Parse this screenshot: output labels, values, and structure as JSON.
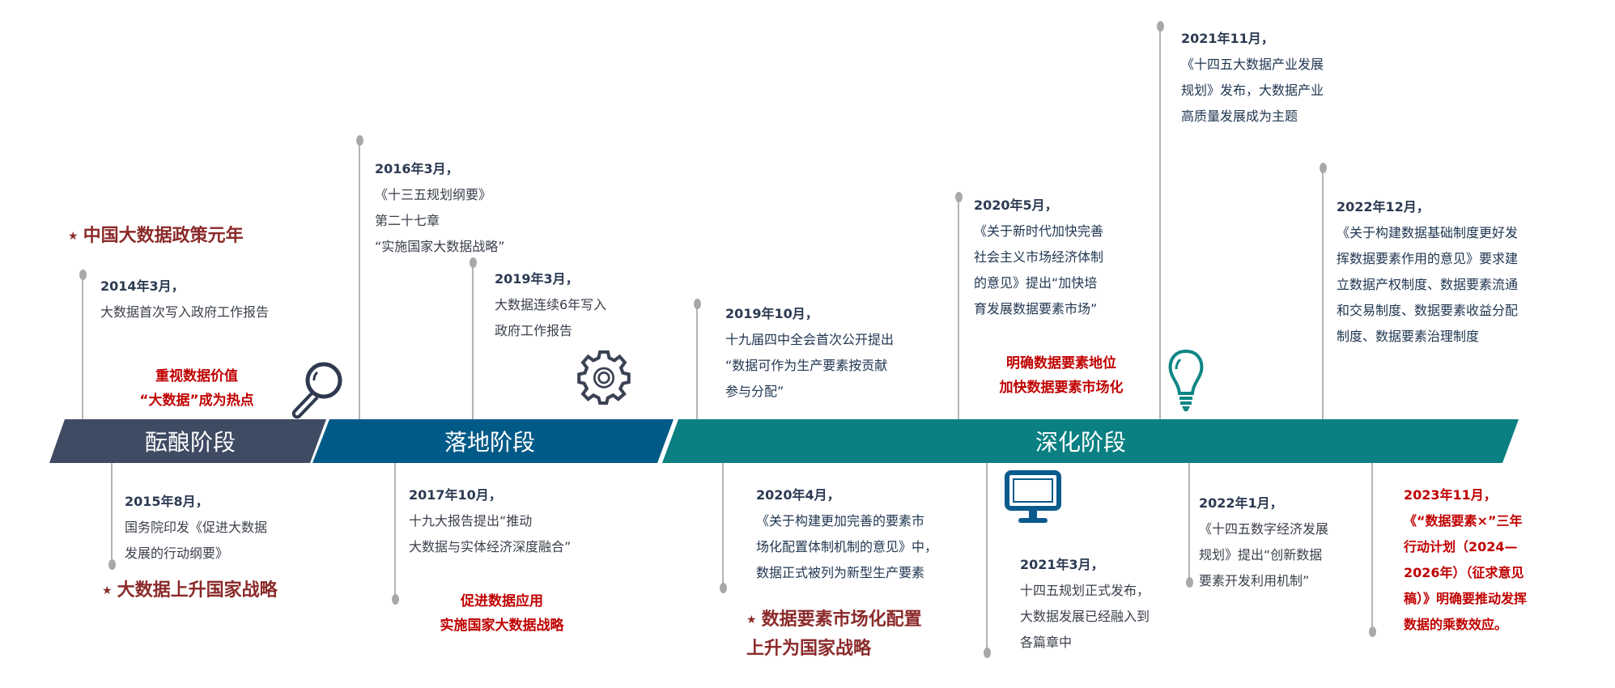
{
  "stages": [
    {
      "label": "酝酿阶段",
      "color": "#3f4a63"
    },
    {
      "label": "落地阶段",
      "color": "#005a87"
    },
    {
      "label": "深化阶段",
      "color": "#0a8082"
    }
  ],
  "events": [
    {
      "date": "2014年3月，",
      "lines": [
        "大数据首次写入政府工作报告"
      ]
    },
    {
      "date": "2016年3月，",
      "lines": [
        "《十三五规划纲要》",
        "第二十七章",
        "“实施国家大数据战略”"
      ]
    },
    {
      "date": "2019年3月，",
      "lines": [
        "大数据连续6年写入",
        "政府工作报告"
      ]
    },
    {
      "date": "2019年10月，",
      "lines": [
        "十九届四中全会首次公开提出",
        "“数据可作为生产要素按贡献",
        "参与分配”"
      ]
    },
    {
      "date": "2020年5月，",
      "lines": [
        "《关于新时代加快完善",
        "社会主义市场经济体制",
        "的意见》提出“加快培",
        "育发展数据要素市场”"
      ]
    },
    {
      "date": "2021年11月，",
      "lines": [
        "《十四五大数据产业发展",
        "规划》发布，大数据产业",
        "高质量发展成为主题"
      ]
    },
    {
      "date": "2022年12月，",
      "lines": [
        "《关于构建数据基础制度更好发",
        "挥数据要素作用的意见》要求建",
        "立数据产权制度、数据要素流通",
        "和交易制度、数据要素收益分配",
        "制度、数据要素治理制度"
      ]
    },
    {
      "date": "2015年8月，",
      "lines": [
        "国务院印发《促进大数据",
        "发展的行动纲要》"
      ]
    },
    {
      "date": "2017年10月，",
      "lines": [
        "十九大报告提出“推动",
        "大数据与实体经济深度融合”"
      ]
    },
    {
      "date": "2020年4月，",
      "lines": [
        "《关于构建更加完善的要素市",
        "场化配置体制机制的意见》中，",
        "数据正式被列为新型生产要素"
      ]
    },
    {
      "date": "2021年3月，",
      "lines": [
        "十四五规划正式发布，",
        "大数据发展已经融入到",
        "各篇章中"
      ]
    },
    {
      "date": "2022年1月，",
      "lines": [
        "《十四五数字经济发展",
        "规划》提出“创新数据",
        "要素开发利用机制”"
      ]
    },
    {
      "date": "2023年11月，",
      "lines": [
        "《“数据要素×”三年",
        "行动计划（2024—",
        "2026年）（征求意见",
        "稿）》明确要推动发挥",
        "数据的乘数效应。"
      ]
    }
  ],
  "highlights": [
    {
      "lines": [
        "重视数据价值",
        "“大数据”成为热点"
      ]
    },
    {
      "lines": [
        "促进数据应用",
        "实施国家大数据战略"
      ]
    },
    {
      "lines": [
        "明确数据要素地位",
        "加快数据要素市场化"
      ]
    }
  ],
  "milestones": [
    {
      "symbol": "★",
      "lines": [
        "中国大数据政策元年"
      ]
    },
    {
      "symbol": "★",
      "lines": [
        "大数据上升国家战略"
      ]
    },
    {
      "symbol": "★",
      "lines": [
        "数据要素市场化配置",
        "上升为国家战略"
      ]
    }
  ],
  "icons": [
    "magnifier-icon",
    "gear-icon",
    "lightbulb-icon",
    "monitor-icon"
  ]
}
